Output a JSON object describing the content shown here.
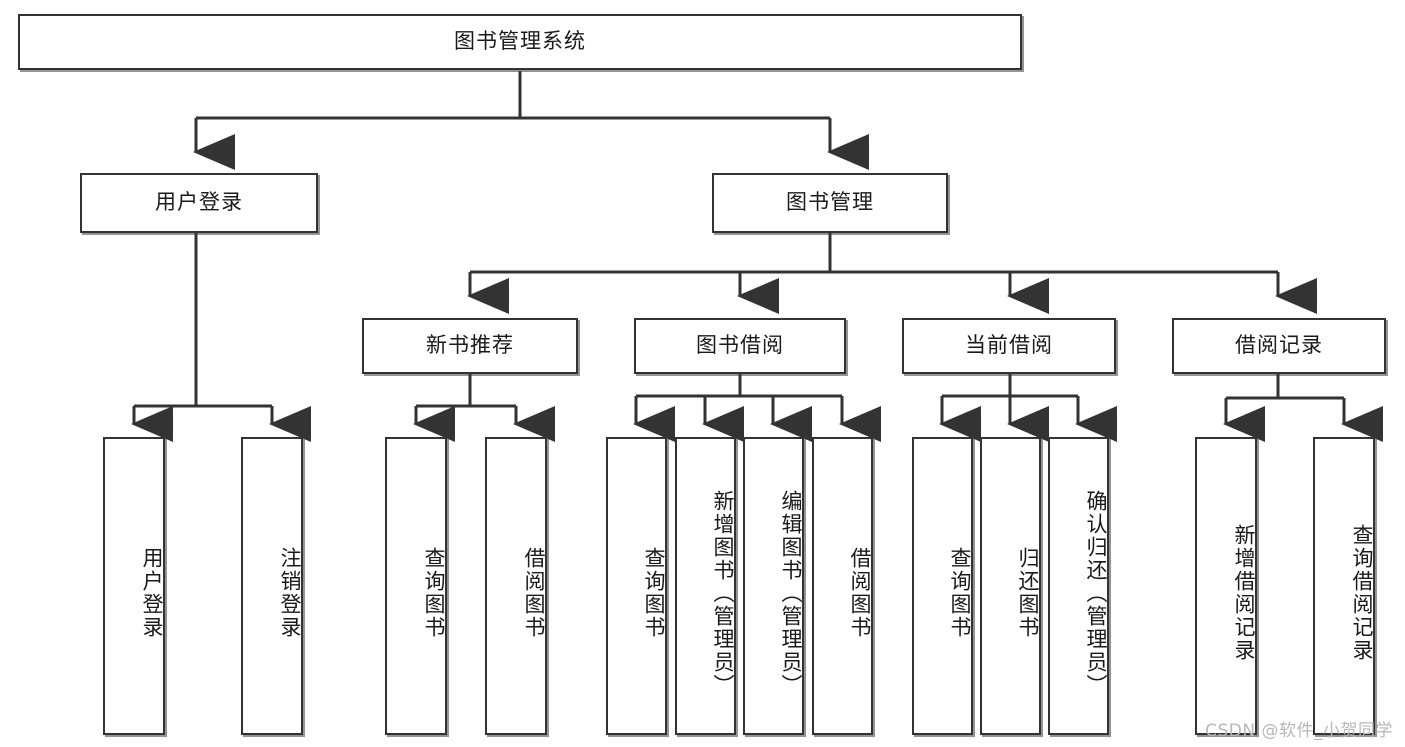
{
  "diagram": {
    "title": "图书管理系统",
    "type": "tree-hierarchy",
    "root": {
      "label": "图书管理系统"
    },
    "level1": [
      {
        "label": "用户登录"
      },
      {
        "label": "图书管理"
      }
    ],
    "level2": [
      {
        "label": "新书推荐"
      },
      {
        "label": "图书借阅"
      },
      {
        "label": "当前借阅"
      },
      {
        "label": "借阅记录"
      }
    ],
    "leaves": {
      "user_login": [
        {
          "label": "用户登录"
        },
        {
          "label": "注销登录"
        }
      ],
      "new_book_recommend": [
        {
          "label": "查询图书"
        },
        {
          "label": "借阅图书"
        }
      ],
      "book_borrow": [
        {
          "label": "查询图书"
        },
        {
          "label": "新增图书（管理员）"
        },
        {
          "label": "编辑图书（管理员）"
        },
        {
          "label": "借阅图书"
        }
      ],
      "current_borrow": [
        {
          "label": "查询图书"
        },
        {
          "label": "归还图书"
        },
        {
          "label": "确认归还（管理员）"
        }
      ],
      "borrow_record": [
        {
          "label": "新增借阅记录"
        },
        {
          "label": "查询借阅记录"
        }
      ]
    }
  },
  "watermark": {
    "text": "CSDN @软件_小贺同学"
  },
  "colors": {
    "border": "#333333",
    "background": "#ffffff",
    "text": "#1a1a1a",
    "watermark": "#b8b8b8"
  }
}
